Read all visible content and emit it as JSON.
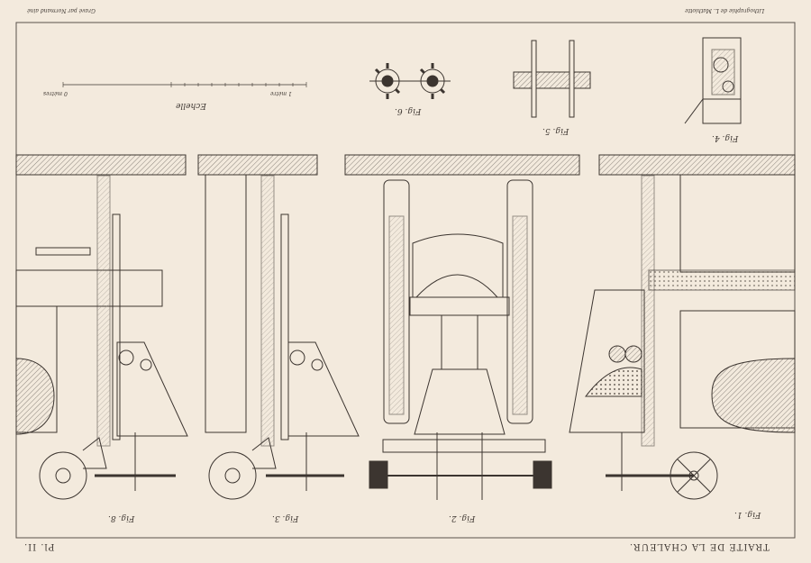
{
  "header": {
    "left_credit": "Gravé par Normand ainé",
    "right_credit": "Lithographie de L. Mathiotte"
  },
  "scale": {
    "title": "Echelle",
    "unit_left": "0 mètres",
    "unit_right": "1 mètre"
  },
  "figure_labels": {
    "fig1": "Fig. 1.",
    "fig2": "Fig. 2.",
    "fig3": "Fig. 3.",
    "fig4": "Fig. 4.",
    "fig5": "Fig. 5.",
    "fig6": "Fig. 6.",
    "fig8": "Fig. 8."
  },
  "footer": {
    "title": "TRAITÉ DE LA CHALEUR.",
    "plate_number": "Pl. II."
  },
  "colors": {
    "paper": "#f3eadd",
    "ink": "#3c3530",
    "hatch": "#8a837b"
  }
}
